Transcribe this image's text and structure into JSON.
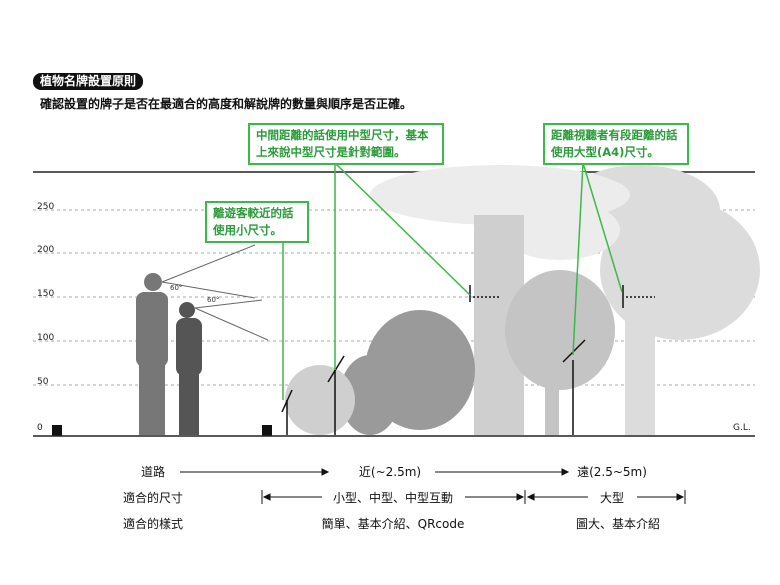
{
  "title": "植物名牌設置原則",
  "subtitle": "確認設置的牌子是否在最適合的高度和解說牌的數量與順序是否正確。",
  "callouts": {
    "medium": "中間距離的話使用中型尺寸，基本上來說中型尺寸是針對範圍。",
    "large": "距離視聽者有段距離的話使用大型(A4)尺寸。",
    "small": "離遊客較近的話使用小尺寸。"
  },
  "y_ticks": [
    "250",
    "200",
    "150",
    "100",
    "50",
    "0"
  ],
  "angles": [
    "60°",
    "60°"
  ],
  "ground_label": "G.L.",
  "rows": {
    "distance": {
      "label": "道路",
      "near": "近(~2.5m)",
      "far": "遠(2.5~5m)"
    },
    "size": {
      "label": "適合的尺寸",
      "near": "小型、中型、中型互動",
      "far": "大型"
    },
    "style": {
      "label": "適合的樣式",
      "near": "簡單、基本介紹、QRcode",
      "far": "圖大、基本介紹"
    }
  },
  "colors": {
    "accent": "#3cb94a"
  }
}
